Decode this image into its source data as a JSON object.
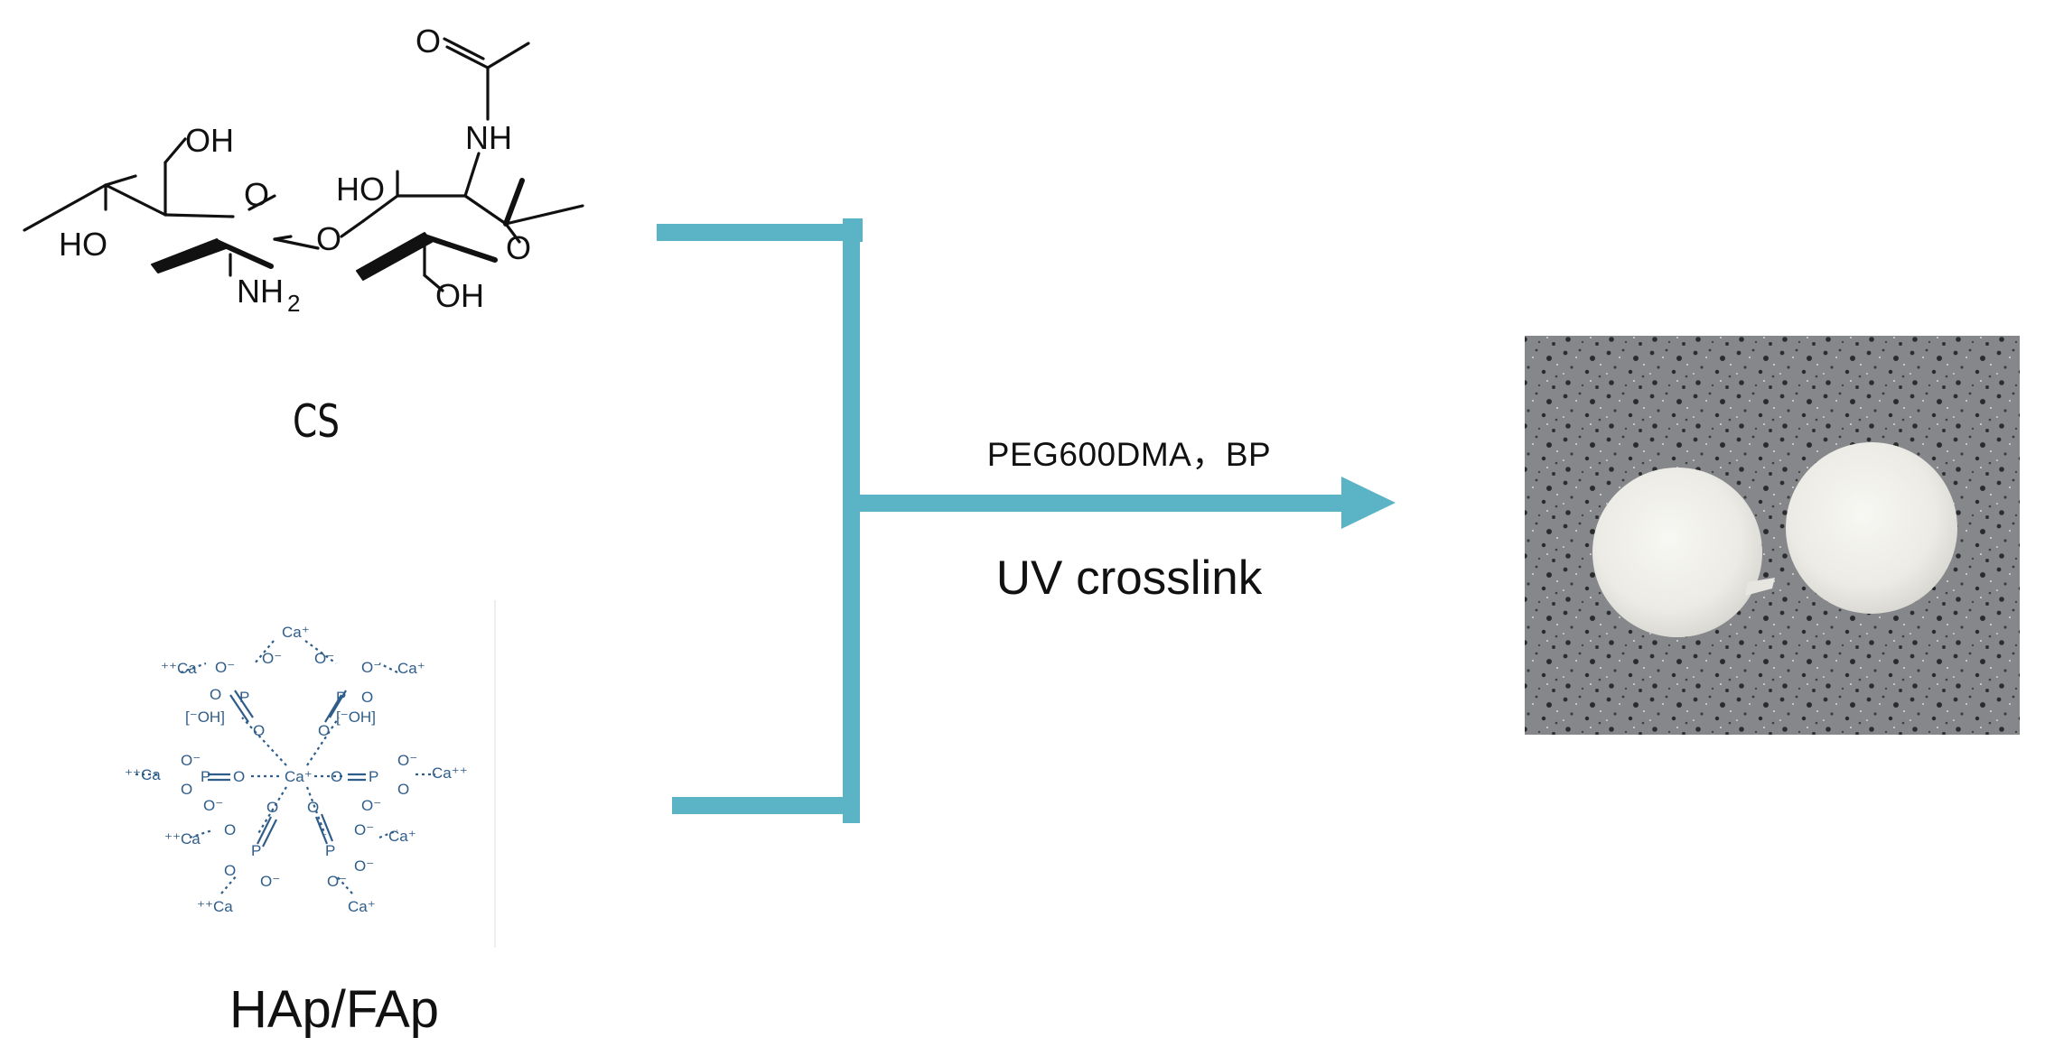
{
  "reactants": {
    "chitosan": {
      "label": "CS",
      "atoms": {
        "oh_top": "OH",
        "ring_o_left": "O",
        "glycosidic_o": "O",
        "ho_left": "HO",
        "nh2": "NH",
        "nh2_sub": "2",
        "ho_right": "HO",
        "nh": "NH",
        "carbonyl_o": "O",
        "ring_o_right": "O",
        "oh_bottom": "OH"
      }
    },
    "apatite": {
      "label": "HAp/FAp",
      "atoms": {
        "ca_center": "Ca⁺",
        "ca_top": "Ca⁺",
        "ca_tl": "⁺⁺Ca",
        "ca_tr": "Ca⁺",
        "ca_ml": "⁺⁺Ca",
        "ca_mr": "Ca⁺⁺",
        "ca_bl": "⁺⁺Ca",
        "ca_br": "Ca⁺",
        "ca_bbl": "⁺⁺Ca",
        "ca_bbr": "Ca⁺",
        "oh_left": "[⁻OH]",
        "oh_right": "[⁻OH]",
        "phosphorus": "P",
        "oxygen": "O",
        "oxygen_minus": "O⁻"
      }
    }
  },
  "reaction": {
    "reagents": "PEG600DMA，BP",
    "condition": "UV crosslink"
  },
  "colors": {
    "arrow": "#5ab4c6",
    "structure": "#111111",
    "apatite": "#2f5d8a",
    "photo_background": "#7a7c7e",
    "scaffold": "#ecebe6"
  }
}
